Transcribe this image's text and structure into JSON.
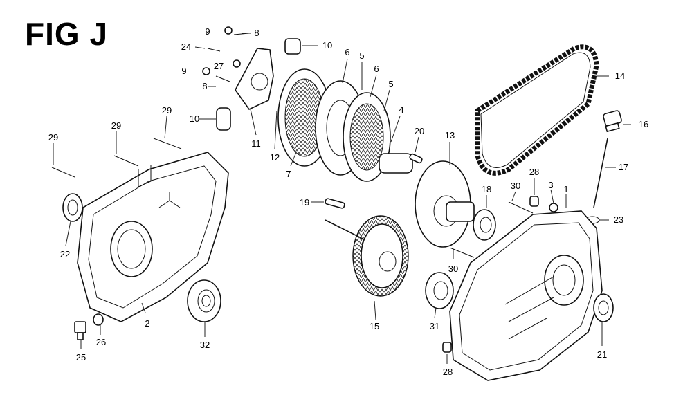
{
  "title": "FIG J",
  "callouts": [
    {
      "id": "c1",
      "label": "1"
    },
    {
      "id": "c2",
      "label": "2"
    },
    {
      "id": "c3",
      "label": "3"
    },
    {
      "id": "c4",
      "label": "4"
    },
    {
      "id": "c5a",
      "label": "5"
    },
    {
      "id": "c5b",
      "label": "5"
    },
    {
      "id": "c6a",
      "label": "6"
    },
    {
      "id": "c6b",
      "label": "6"
    },
    {
      "id": "c7",
      "label": "7"
    },
    {
      "id": "c8a",
      "label": "8"
    },
    {
      "id": "c8b",
      "label": "8"
    },
    {
      "id": "c9a",
      "label": "9"
    },
    {
      "id": "c9b",
      "label": "9"
    },
    {
      "id": "c10a",
      "label": "10"
    },
    {
      "id": "c10b",
      "label": "10"
    },
    {
      "id": "c11",
      "label": "11"
    },
    {
      "id": "c12",
      "label": "12"
    },
    {
      "id": "c13",
      "label": "13"
    },
    {
      "id": "c14",
      "label": "14"
    },
    {
      "id": "c15",
      "label": "15"
    },
    {
      "id": "c16",
      "label": "16"
    },
    {
      "id": "c17",
      "label": "17"
    },
    {
      "id": "c18",
      "label": "18"
    },
    {
      "id": "c19",
      "label": "19"
    },
    {
      "id": "c20",
      "label": "20"
    },
    {
      "id": "c21",
      "label": "21"
    },
    {
      "id": "c22",
      "label": "22"
    },
    {
      "id": "c23",
      "label": "23"
    },
    {
      "id": "c24",
      "label": "24"
    },
    {
      "id": "c25",
      "label": "25"
    },
    {
      "id": "c26",
      "label": "26"
    },
    {
      "id": "c27",
      "label": "27"
    },
    {
      "id": "c28a",
      "label": "28"
    },
    {
      "id": "c28b",
      "label": "28"
    },
    {
      "id": "c29a",
      "label": "29"
    },
    {
      "id": "c29b",
      "label": "29"
    },
    {
      "id": "c29c",
      "label": "29"
    },
    {
      "id": "c30a",
      "label": "30"
    },
    {
      "id": "c30b",
      "label": "30"
    },
    {
      "id": "c31",
      "label": "31"
    },
    {
      "id": "c32",
      "label": "32"
    }
  ]
}
